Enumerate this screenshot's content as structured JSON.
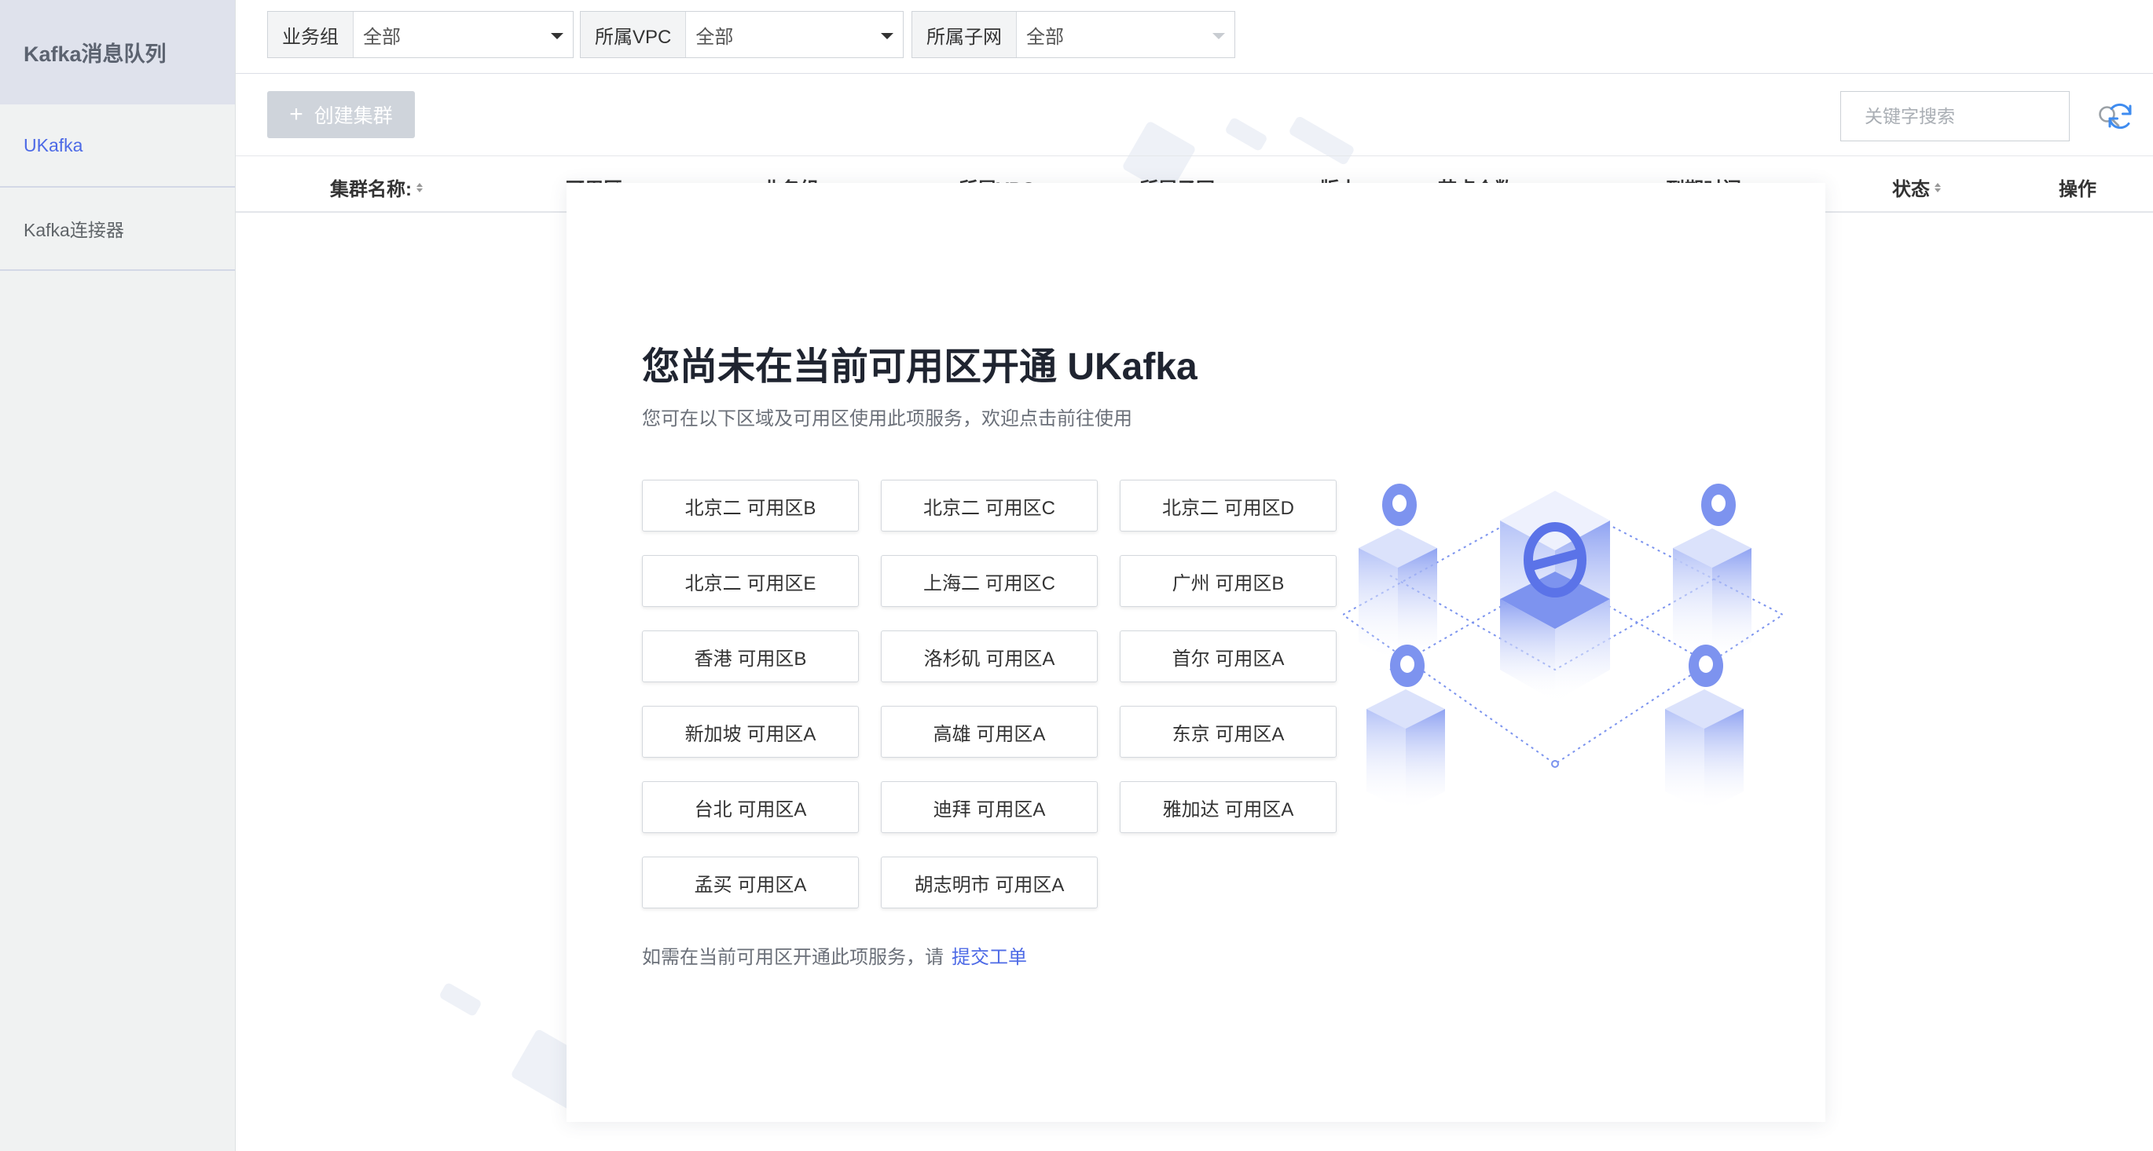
{
  "sidebar": {
    "title": "Kafka消息队列",
    "items": [
      {
        "label": "UKafka"
      },
      {
        "label": "Kafka连接器"
      }
    ]
  },
  "filters": [
    {
      "label": "业务组",
      "value": "全部"
    },
    {
      "label": "所属VPC",
      "value": "全部"
    },
    {
      "label": "所属子网",
      "value": "全部"
    }
  ],
  "toolbar": {
    "create_label": "创建集群",
    "search_placeholder": "关键字搜索"
  },
  "table": {
    "columns": [
      "集群名称:",
      "可用区",
      "业务组",
      "所属VPC",
      "所属子网",
      "版本",
      "节点个数",
      "到期时间",
      "状态",
      "操作"
    ]
  },
  "modal": {
    "title": "您尚未在当前可用区开通 UKafka",
    "subtitle": "您可在以下区域及可用区使用此项服务，欢迎点击前往使用",
    "zones": [
      "北京二 可用区B",
      "北京二 可用区C",
      "北京二 可用区D",
      "北京二 可用区E",
      "上海二 可用区C",
      "广州 可用区B",
      "香港 可用区B",
      "洛杉矶 可用区A",
      "首尔 可用区A",
      "新加坡 可用区A",
      "高雄 可用区A",
      "东京 可用区A",
      "台北 可用区A",
      "迪拜 可用区A",
      "雅加达 可用区A",
      "孟买 可用区A",
      "胡志明市 可用区A"
    ],
    "footer_text": "如需在当前可用区开通此项服务，请",
    "footer_link": "提交工单"
  },
  "icons": {
    "search": "search-icon",
    "refresh": "refresh-icon",
    "plus": "plus-icon"
  },
  "colors": {
    "accent": "#4d6ae6",
    "sidebar_bg": "#f0f2f2",
    "sidebar_header_bg": "#dfe2ec",
    "disabled_button": "#cfd4db"
  }
}
